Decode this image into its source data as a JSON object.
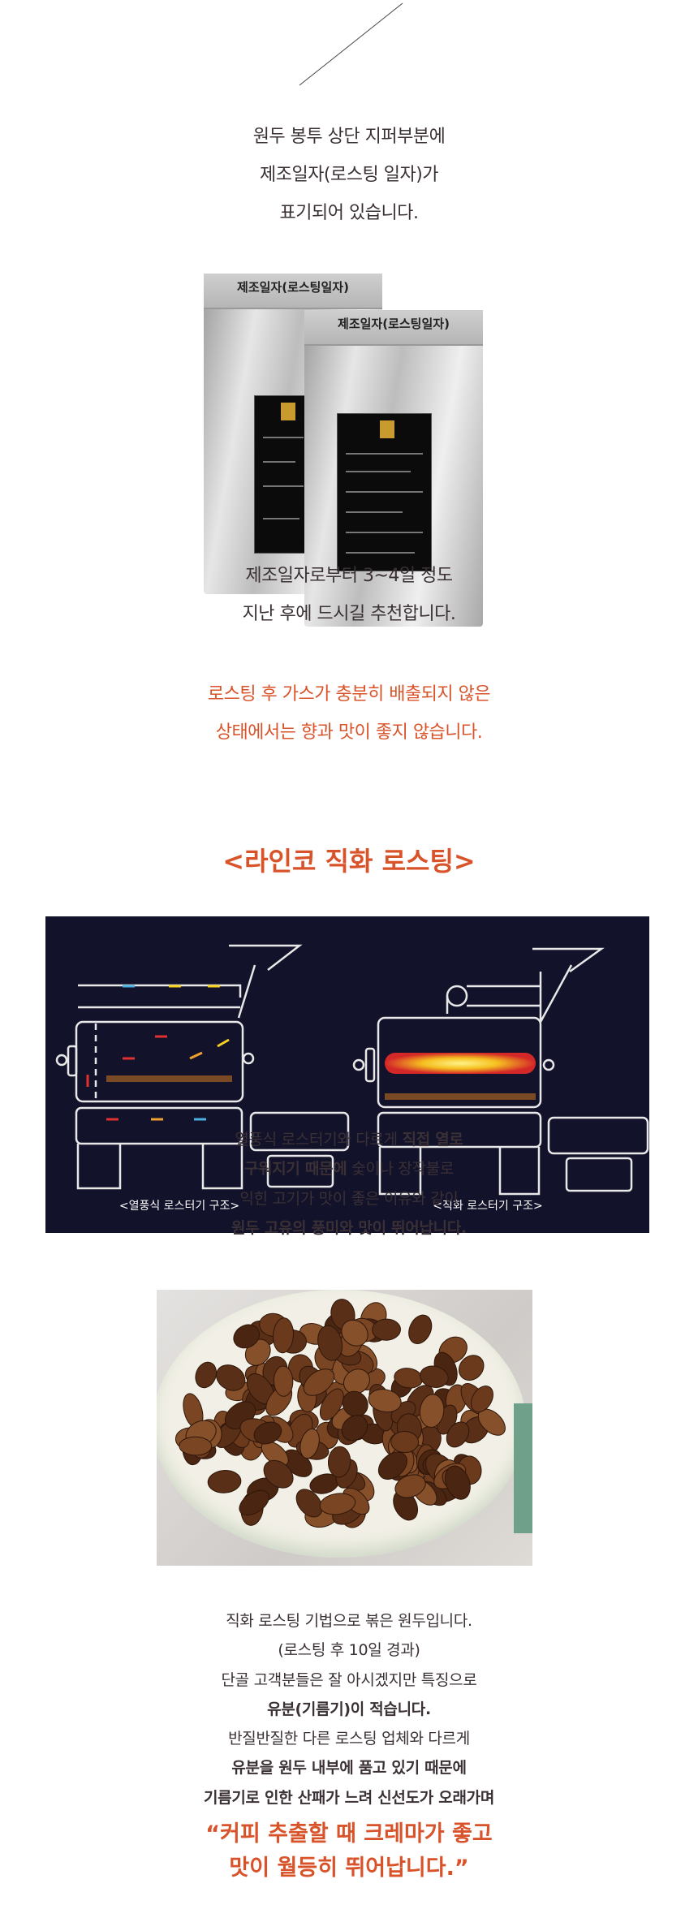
{
  "intro": {
    "lines": [
      "원두 봉투 상단 지퍼부분에",
      "제조일자(로스팅 일자)가",
      "표기되어 있습니다."
    ]
  },
  "bags": {
    "label": "제조일자(로스팅일자)"
  },
  "recommend": {
    "lines": [
      "제조일자로부터 3~4일 정도",
      "지난 후에 드시길 추천합니다."
    ]
  },
  "warning": {
    "lines": [
      "로스팅 후 가스가 충분히 배출되지 않은",
      "상태에서는 향과 맛이 좋지 않습니다."
    ]
  },
  "section_title": "<라인코 직화 로스팅>",
  "diagram": {
    "left_caption": "<열풍식 로스터기 구조>",
    "right_caption": "<직화 로스터기 구조>"
  },
  "explain": {
    "l1a": "열풍식 로스터기와 다르게 ",
    "l1b": "직접 열로",
    "l2a": "구워지기 때문에",
    "l2b": " 숯이나 장작불로",
    "l3": "익힌 고기가 맛이 좋은 이유와 같이",
    "l4": "원두 고유의 풍미와 맛이 뛰어납니다."
  },
  "beans": {
    "lines": [
      "직화 로스팅 기법으로 볶은 원두입니다.",
      "(로스팅 후 10일 경과)",
      "단골 고객분들은 잘 아시겠지만 특징으로"
    ],
    "bold1": "유분(기름기)이 적습니다.",
    "l5": "반질반질한 다른 로스팅 업체와 다르게",
    "bold2": "유분을 원두 내부에 품고 있기 때문에",
    "bold3": "기름기로 인한 산패가 느려 신선도가 오래가며"
  },
  "quote": {
    "lines": [
      "“커피 추출할 때 크레마가 좋고",
      "맛이 월등히 뛰어납니다.”"
    ]
  }
}
